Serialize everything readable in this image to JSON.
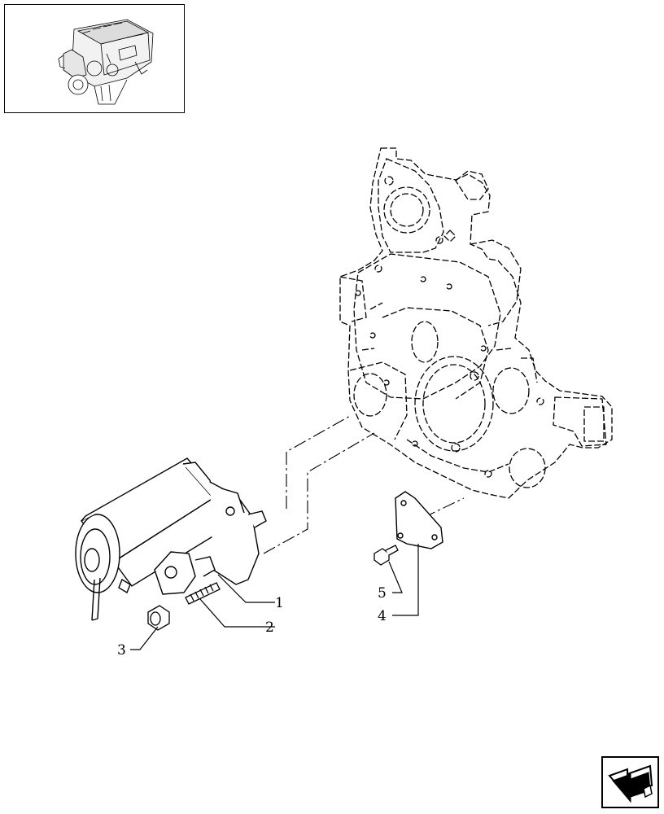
{
  "callouts": {
    "c1": "1",
    "c2": "2",
    "c3": "3",
    "c4": "4",
    "c5": "5"
  },
  "icons": {
    "thumbnail": "engine-thumbnail-icon",
    "navigation": "next-page-arrow-icon"
  }
}
